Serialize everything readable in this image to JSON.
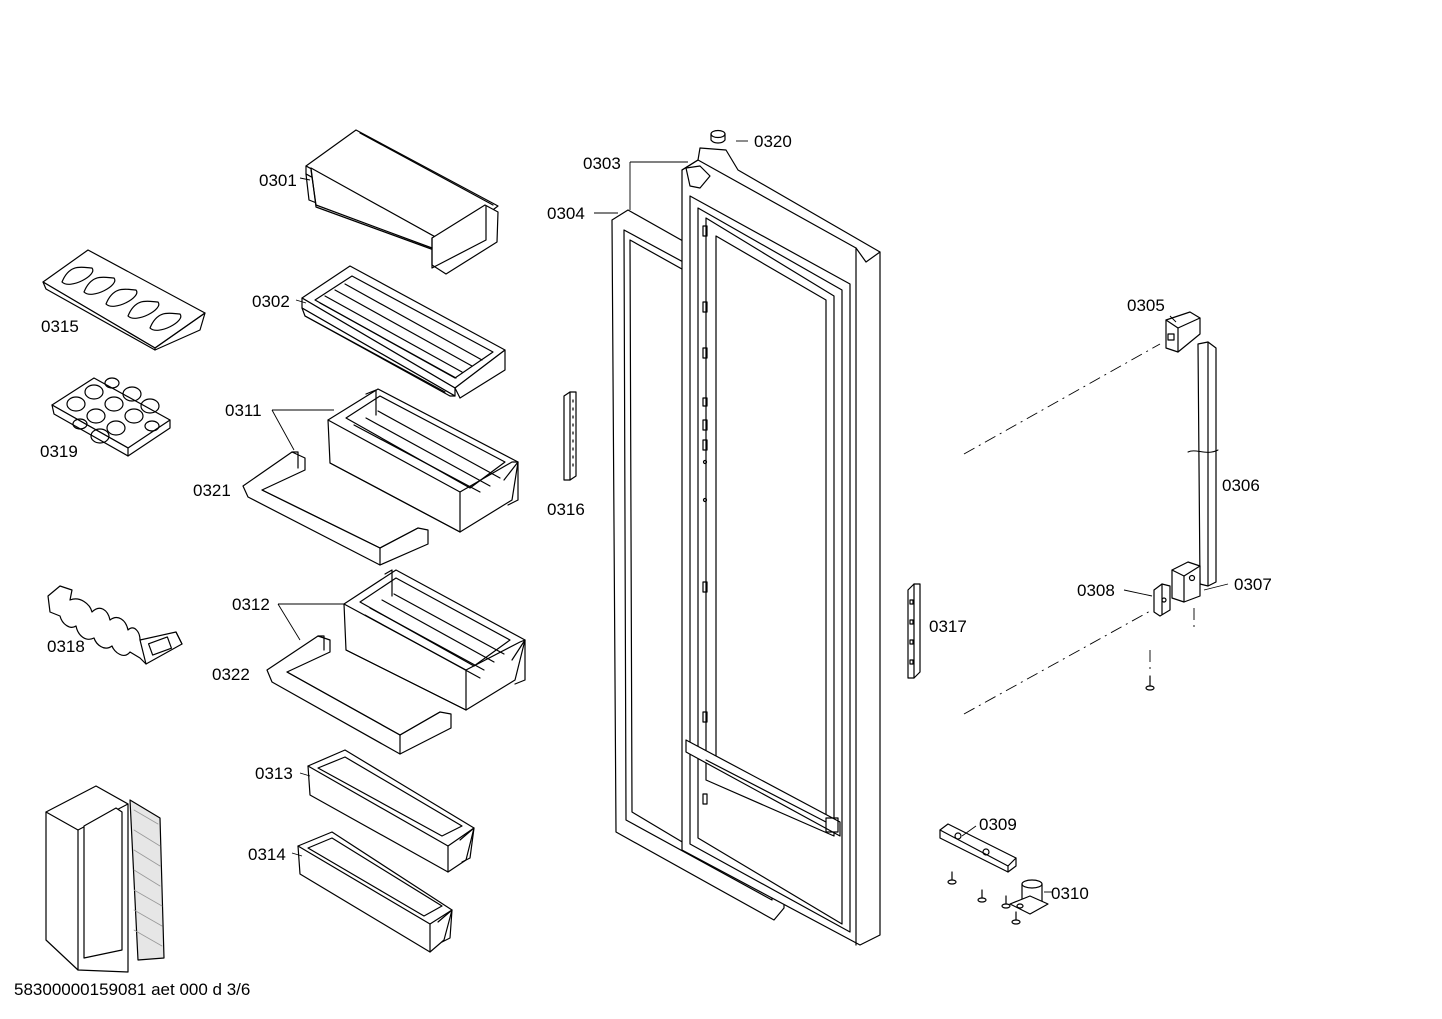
{
  "labels": {
    "p0301": "0301",
    "p0302": "0302",
    "p0303": "0303",
    "p0304": "0304",
    "p0305": "0305",
    "p0306": "0306",
    "p0307": "0307",
    "p0308": "0308",
    "p0309": "0309",
    "p0310": "0310",
    "p0311": "0311",
    "p0312": "0312",
    "p0313": "0313",
    "p0314": "0314",
    "p0315": "0315",
    "p0316": "0316",
    "p0317": "0317",
    "p0318": "0318",
    "p0319": "0319",
    "p0320": "0320",
    "p0321": "0321",
    "p0322": "0322"
  },
  "footer": "58300000159081 aet 000 d 3/6"
}
